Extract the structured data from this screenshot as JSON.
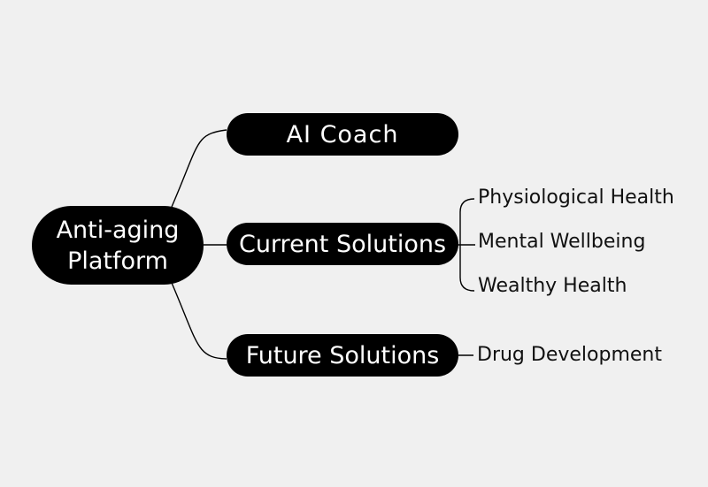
{
  "mindmap": {
    "root": {
      "label": "Anti-aging Platform"
    },
    "branches": [
      {
        "label": "AI Coach",
        "children": []
      },
      {
        "label": "Current Solutions",
        "children": [
          "Physiological Health",
          "Mental Wellbeing",
          "Wealthy Health"
        ]
      },
      {
        "label": "Future Solutions",
        "children": [
          "Drug Development"
        ]
      }
    ]
  },
  "colors": {
    "background": "#f0f0f0",
    "node_fill": "#000000",
    "node_text": "#ffffff",
    "leaf_text": "#111111",
    "connector": "#000000"
  }
}
